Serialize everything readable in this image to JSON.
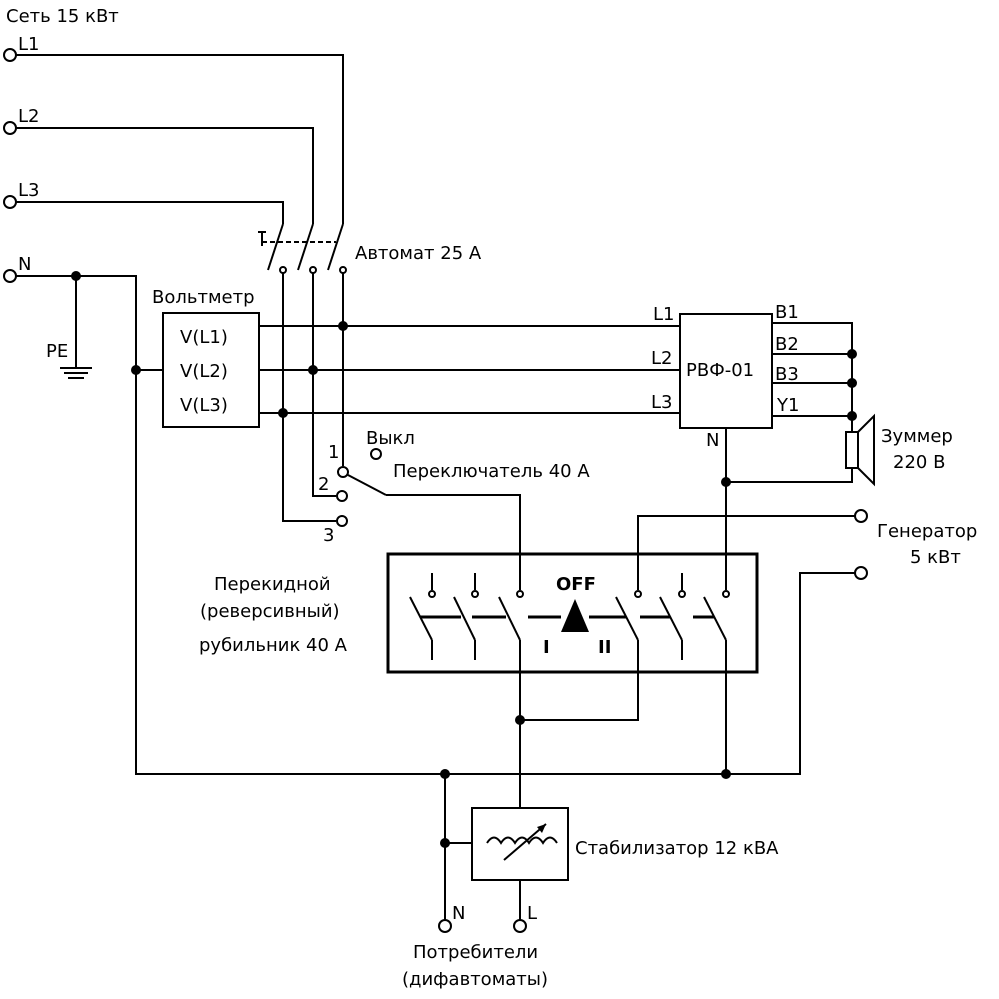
{
  "mains": {
    "title": "Сеть 15 кВт",
    "l1": "L1",
    "l2": "L2",
    "l3": "L3",
    "n": "N",
    "pe": "PE"
  },
  "breaker": {
    "label": "Автомат 25 А"
  },
  "voltmeter": {
    "title": "Вольтметр",
    "v1": "V(L1)",
    "v2": "V(L2)",
    "v3": "V(L3)"
  },
  "relay": {
    "name": "РВФ-01",
    "in_l1": "L1",
    "in_l2": "L2",
    "in_l3": "L3",
    "n": "N",
    "b1": "B1",
    "b2": "B2",
    "b3": "B3",
    "y1": "Y1"
  },
  "buzzer": {
    "line1": "Зуммер",
    "line2": "220 В"
  },
  "selector": {
    "label": "Переключатель 40 А",
    "off": "Выкл",
    "p1": "1",
    "p2": "2",
    "p3": "3"
  },
  "generator": {
    "line1": "Генератор",
    "line2": "5 кВт"
  },
  "transfer_switch": {
    "line1": "Перекидной",
    "line2": "(реверсивный)",
    "line3": "рубильник 40 А",
    "off": "OFF",
    "pos1": "I",
    "pos2": "II"
  },
  "stabilizer": {
    "label": "Стабилизатор 12 кВА"
  },
  "consumers": {
    "n": "N",
    "l": "L",
    "line1": "Потребители",
    "line2": "(дифавтоматы)"
  }
}
